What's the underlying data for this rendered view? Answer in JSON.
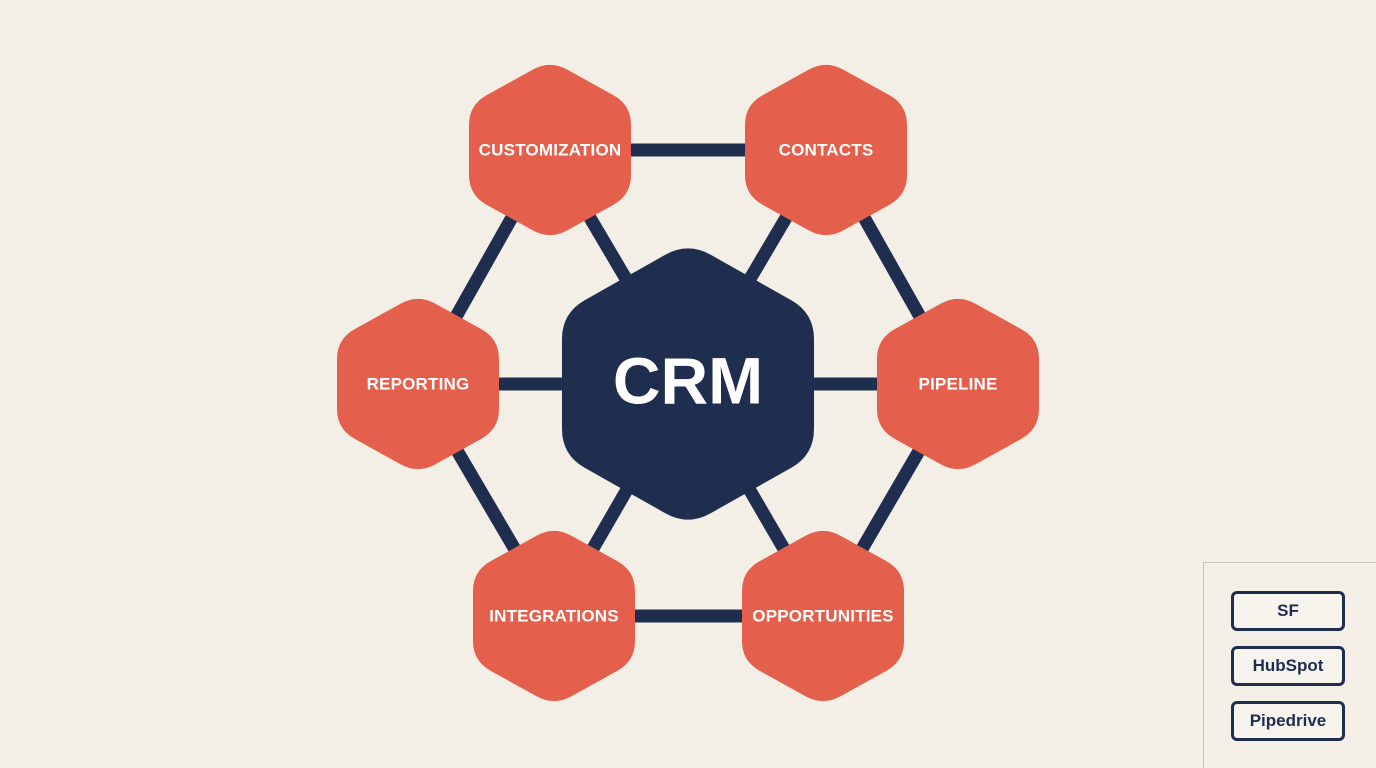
{
  "center": {
    "label": "CRM"
  },
  "nodes": [
    {
      "label": "CUSTOMIZATION"
    },
    {
      "label": "CONTACTS"
    },
    {
      "label": "PIPELINE"
    },
    {
      "label": "OPPORTUNITIES"
    },
    {
      "label": "INTEGRATIONS"
    },
    {
      "label": "REPORTING"
    }
  ],
  "legend": {
    "items": [
      {
        "label": "SF"
      },
      {
        "label": "HubSpot"
      },
      {
        "label": "Pipedrive"
      }
    ]
  },
  "colors": {
    "background": "#f3efe7",
    "node_fill": "#e4604c",
    "center_fill": "#1f2d4f",
    "connector": "#1f2d4f",
    "text": "#ffffff"
  }
}
